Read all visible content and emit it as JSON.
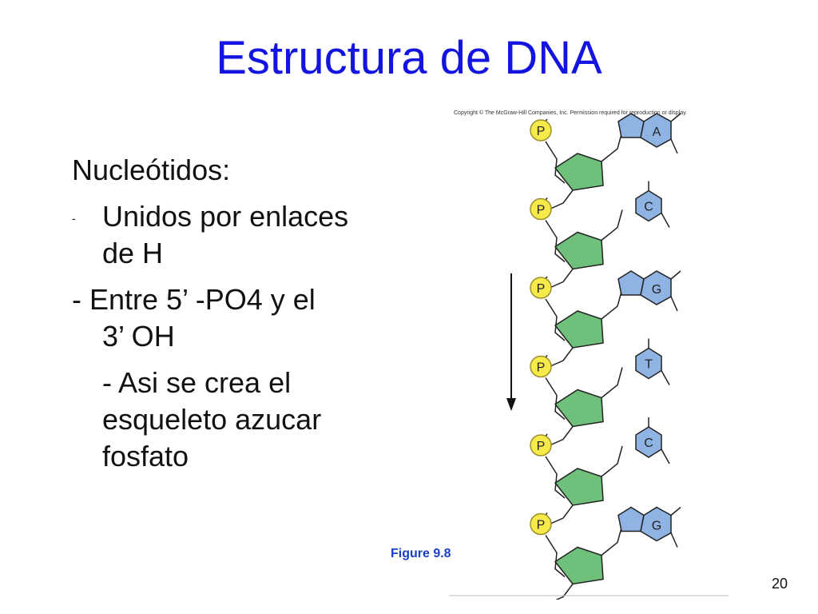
{
  "slide": {
    "title": "Estructura de DNA",
    "page_number": "20"
  },
  "body": {
    "heading": "Nucleótidos:",
    "bullet_marker": "-",
    "unidos_line1": "Unidos por enlaces",
    "unidos_line2": "de H",
    "entre_line1": "- Entre 5’ -PO4 y el",
    "entre_line2": "3’ OH",
    "asi_line1": "- Asi se crea el",
    "asi_line2": "esqueleto azucar",
    "asi_line3": "fosfato"
  },
  "figure": {
    "copyright": "Copyright © The McGraw-Hill Companies, Inc. Permission required for reproduction or display.",
    "caption": "Figure 9.8",
    "phosphate_label": "P",
    "bases": [
      "A",
      "C",
      "G",
      "T",
      "C",
      "G"
    ],
    "colors": {
      "phosphate_fill": "#f6e94a",
      "sugar_fill": "#6fc07a",
      "base_fill": "#8fb3e3",
      "stroke": "#222222",
      "arrow": "#111111"
    }
  }
}
